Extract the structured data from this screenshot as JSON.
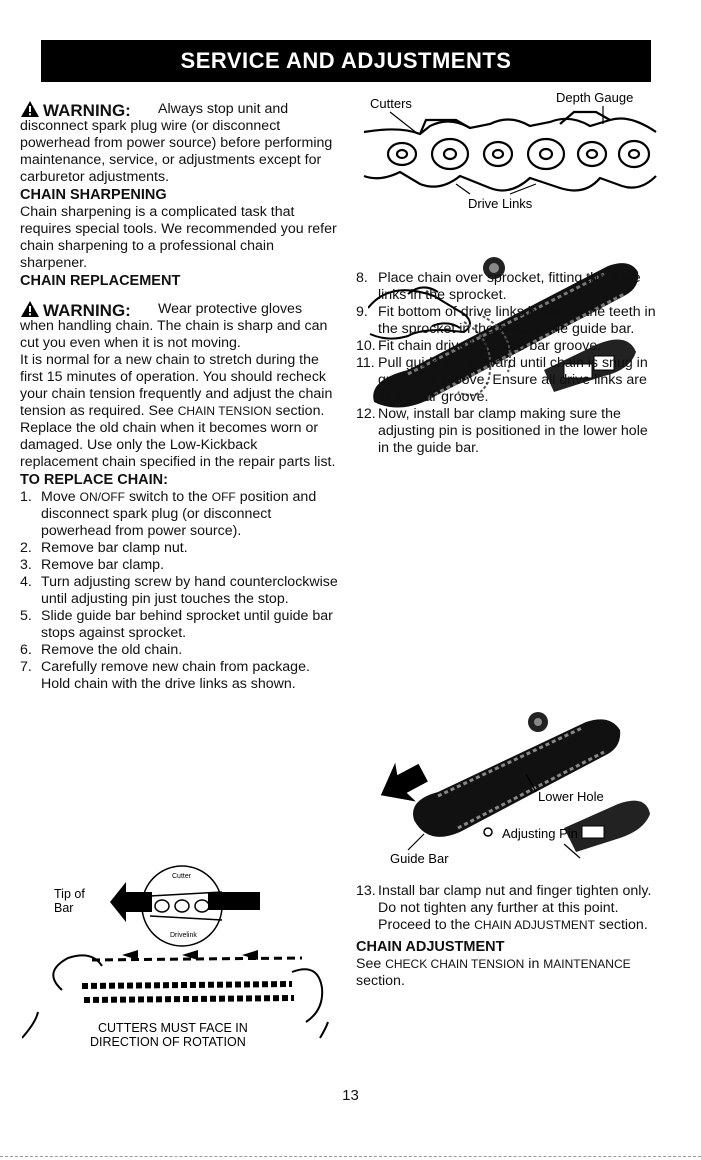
{
  "header": {
    "title": "SERVICE AND ADJUSTMENTS"
  },
  "warning1": {
    "label": "WARNING:",
    "text": "Always stop unit and disconnect spark plug wire (or disconnect powerhead from power source) before performing maintenance, service, or adjustments except for carburetor adjustments."
  },
  "sharpening": {
    "heading": "CHAIN SHARPENING",
    "text": "Chain sharpening is a complicated task that requires special tools. We recommended you refer chain sharpening to a professional chain sharpener."
  },
  "replacement": {
    "heading": "CHAIN REPLACEMENT",
    "warning_label": "WARNING:",
    "warning_text": "Wear protective gloves when handling chain. The chain is sharp and can cut you even when it is not moving.",
    "para1_a": "It is normal for a new chain to stretch during the first 15 minutes of operation. You should recheck your chain tension frequently and adjust the chain tension as required. See",
    "para1_ref": "CHAIN TENSION",
    "para1_b": "section.",
    "para2": "Replace the old chain when it becomes worn or damaged. Use only the Low-Kickback replacement chain specified in the repair parts list."
  },
  "replace_steps": {
    "heading": "TO REPLACE CHAIN:",
    "step1_num": "1.",
    "step1_a": "Move",
    "step1_ref1": "ON/OFF",
    "step1_b": "switch to the",
    "step1_ref2": "OFF",
    "step1_c": "position and disconnect spark plug (or disconnect powerhead from power source).",
    "steps": [
      {
        "num": "2.",
        "text": "Remove bar clamp nut."
      },
      {
        "num": "3.",
        "text": "Remove bar clamp."
      },
      {
        "num": "4.",
        "text": "Turn adjusting screw by hand counterclockwise until adjusting pin just touches the stop."
      },
      {
        "num": "5.",
        "text": "Slide guide bar behind sprocket until guide bar stops against sprocket."
      },
      {
        "num": "6.",
        "text": "Remove the old chain."
      },
      {
        "num": "7.",
        "text": "Carefully remove new chain from package. Hold chain with the drive links as shown."
      }
    ]
  },
  "steps_right": [
    {
      "num": "8.",
      "text": "Place chain over sprocket, fitting the drive links in the sprocket."
    },
    {
      "num": "9.",
      "text": "Fit bottom of drive links between the teeth in the sprocket in the nose of the guide bar."
    },
    {
      "num": "10.",
      "text": "Fit chain drive links into bar groove."
    },
    {
      "num": "11.",
      "text": "Pull guide bar forward until chain is snug in guide bar groove. Ensure all drive links are in the bar groove."
    },
    {
      "num": "12.",
      "text": "Now, install bar clamp making sure the adjusting pin is positioned in the lower hole in the guide bar."
    }
  ],
  "step13": {
    "num": "13.",
    "text_a": "Install bar clamp nut and finger tighten only. Do not tighten any further at this point. Proceed to the",
    "ref": "CHAIN ADJUSTMENT",
    "text_b": "section."
  },
  "adjustment": {
    "heading": "CHAIN ADJUSTMENT",
    "text_a": "See",
    "ref": "CHECK CHAIN TENSION",
    "text_b": "in",
    "ref2": "MAINTENANCE",
    "text_c": "section."
  },
  "fig_chain": {
    "cutters": "Cutters",
    "depth_gauge": "Depth Gauge",
    "drive_links": "Drive Links"
  },
  "fig_guide": {
    "lower_hole": "Lower Hole",
    "adjusting_pin": "Adjusting Pin",
    "guide_bar": "Guide Bar"
  },
  "fig_rotation": {
    "tip_of": "Tip of",
    "bar": "Bar",
    "cutter": "Cutter",
    "drivelink": "Drivelink",
    "line1": "CUTTERS MUST FACE IN",
    "line2": "DIRECTION OF ROTATION"
  },
  "page_number": "13"
}
